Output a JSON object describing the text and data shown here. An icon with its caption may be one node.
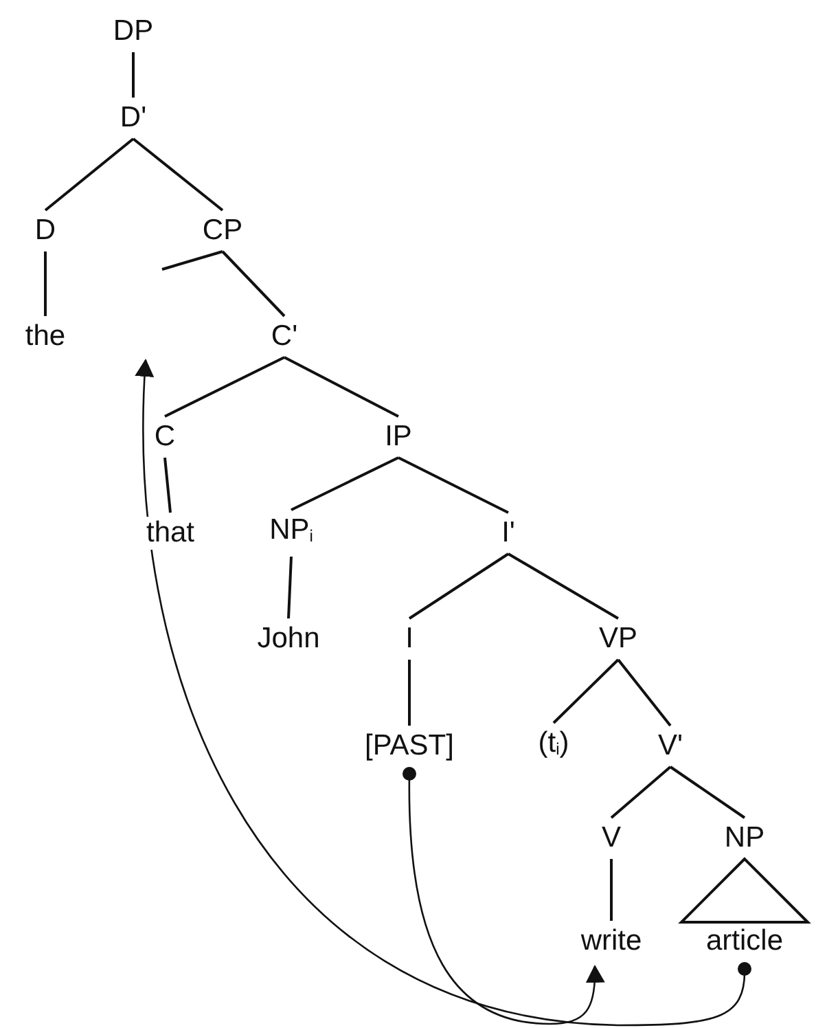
{
  "diagram": {
    "nodes": [
      {
        "text": [
          "DP"
        ]
      },
      {
        "text": [
          "D'"
        ]
      },
      {
        "text": [
          "D"
        ]
      },
      {
        "text": [
          "CP"
        ]
      },
      {
        "text": [
          "the"
        ]
      },
      {
        "text": [
          "C'"
        ]
      },
      {
        "text": [
          "C"
        ]
      },
      {
        "text": [
          "IP"
        ]
      },
      {
        "text": [
          "that"
        ]
      },
      {
        "text": [
          "NP$_{i}$"
        ]
      },
      {
        "text": [
          "I'"
        ]
      },
      {
        "text": [
          "John"
        ]
      },
      {
        "text": [
          "I"
        ]
      },
      {
        "text": [
          "VP"
        ]
      },
      {
        "text": [
          "[PAST]"
        ]
      },
      {
        "text": [
          "(t$_{i}$)"
        ]
      },
      {
        "text": [
          "V'"
        ]
      },
      {
        "text": [
          "V"
        ]
      },
      {
        "text": [
          "NP"
        ]
      },
      {
        "text": [
          "write"
        ]
      },
      {
        "text": [
          "article"
        ]
      }
    ],
    "edges": [
      {
        "from": 0,
        "to": 1,
        "arrow": "none"
      },
      {
        "from": 1,
        "to": 2,
        "arrow": "none"
      },
      {
        "from": 1,
        "to": 3,
        "arrow": "none"
      },
      {
        "from": 2,
        "to": 4,
        "arrow": "none"
      },
      {
        "from": 3,
        "to": null,
        "arrow": "none"
      },
      {
        "from": 3,
        "to": 5,
        "arrow": "none"
      },
      {
        "from": 5,
        "to": 6,
        "arrow": "none"
      },
      {
        "from": 5,
        "to": 7,
        "arrow": "none"
      },
      {
        "from": 6,
        "to": 8,
        "arrow": "none"
      },
      {
        "from": 7,
        "to": 9,
        "arrow": "none"
      },
      {
        "from": 7,
        "to": 10,
        "arrow": "none"
      },
      {
        "from": 9,
        "to": 11,
        "arrow": "none"
      },
      {
        "from": 10,
        "to": 12,
        "arrow": "none"
      },
      {
        "from": 10,
        "to": 13,
        "arrow": "none"
      },
      {
        "from": 12,
        "to": 14,
        "arrow": "none"
      },
      {
        "from": 13,
        "to": 15,
        "arrow": "none"
      },
      {
        "from": 13,
        "to": 16,
        "arrow": "none"
      },
      {
        "from": 16,
        "to": 17,
        "arrow": "none"
      },
      {
        "from": 16,
        "to": 18,
        "arrow": "none"
      },
      {
        "from": 17,
        "to": 19,
        "arrow": "none"
      },
      {
        "from": 18,
        "to": 20,
        "arrow": "none"
      },
      {
        "from": 14,
        "to": 19,
        "arrow": "to"
      },
      {
        "from": 20,
        "to": null,
        "arrow": "to"
      }
    ]
  }
}
